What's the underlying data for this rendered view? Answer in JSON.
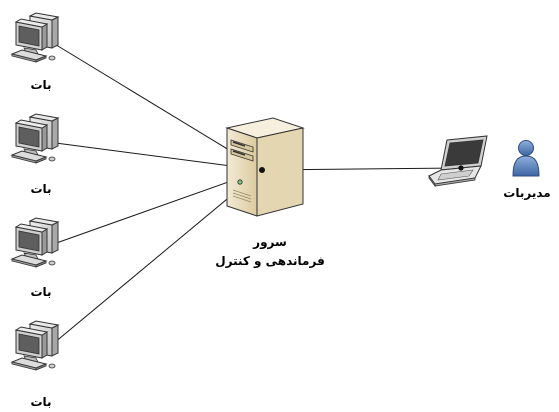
{
  "bots": [
    {
      "label": "بات"
    },
    {
      "label": "بات"
    },
    {
      "label": "بات"
    },
    {
      "label": "بات"
    }
  ],
  "server": {
    "line1": "سرور",
    "line2": "فرماندهی و کنترل"
  },
  "admin": {
    "label": "مدیربات"
  },
  "colors": {
    "monitor_body": "#d9d9d9",
    "monitor_dark": "#6d6d6d",
    "server_body": "#e8dcc0",
    "server_side": "#c9b990",
    "laptop_body": "#e6e6e6",
    "admin_person": "#5b7fb5",
    "line": "#1a1a1a"
  },
  "icons": {
    "bot": "desktop-computer-icon",
    "server": "server-tower-icon",
    "laptop": "laptop-icon",
    "admin": "person-icon"
  }
}
